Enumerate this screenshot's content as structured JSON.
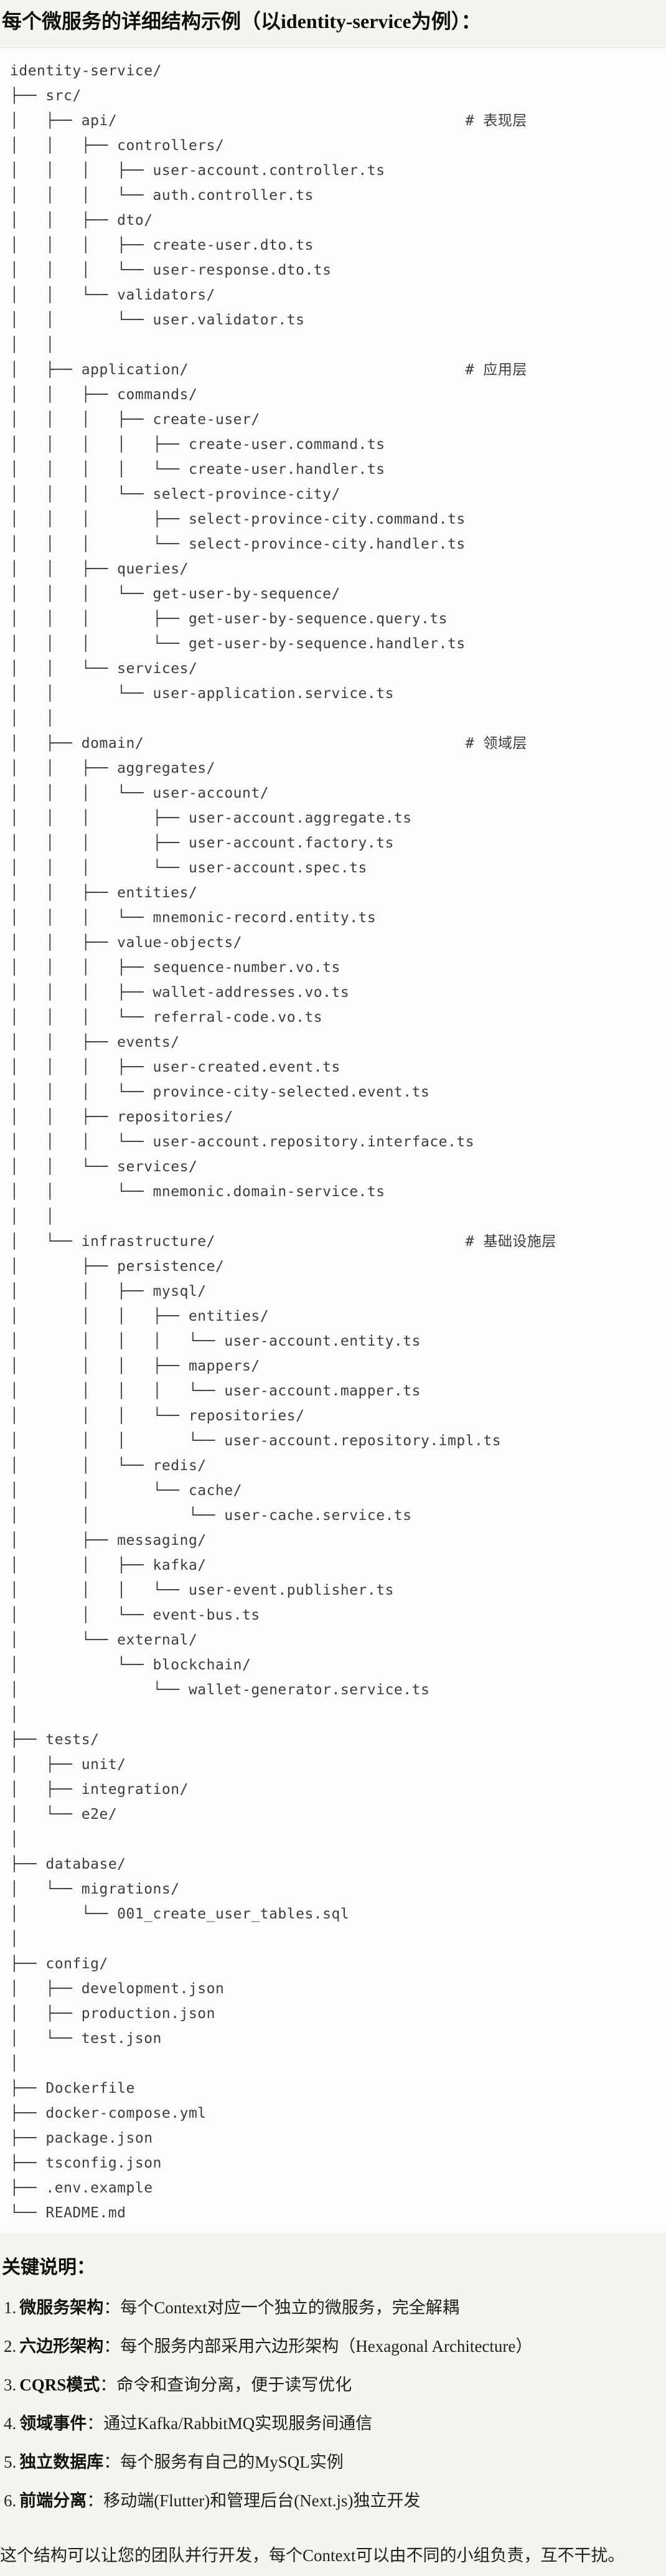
{
  "page": {
    "title": "每个微服务的详细结构示例（以identity-service为例）："
  },
  "tree": {
    "lines": [
      "identity-service/",
      "├── src/",
      "│   ├── api/                                       # 表现层",
      "│   │   ├── controllers/",
      "│   │   │   ├── user-account.controller.ts",
      "│   │   │   └── auth.controller.ts",
      "│   │   ├── dto/",
      "│   │   │   ├── create-user.dto.ts",
      "│   │   │   └── user-response.dto.ts",
      "│   │   └── validators/",
      "│   │       └── user.validator.ts",
      "│   │",
      "│   ├── application/                               # 应用层",
      "│   │   ├── commands/",
      "│   │   │   ├── create-user/",
      "│   │   │   │   ├── create-user.command.ts",
      "│   │   │   │   └── create-user.handler.ts",
      "│   │   │   └── select-province-city/",
      "│   │   │       ├── select-province-city.command.ts",
      "│   │   │       └── select-province-city.handler.ts",
      "│   │   ├── queries/",
      "│   │   │   └── get-user-by-sequence/",
      "│   │   │       ├── get-user-by-sequence.query.ts",
      "│   │   │       └── get-user-by-sequence.handler.ts",
      "│   │   └── services/",
      "│   │       └── user-application.service.ts",
      "│   │",
      "│   ├── domain/                                    # 领域层",
      "│   │   ├── aggregates/",
      "│   │   │   └── user-account/",
      "│   │   │       ├── user-account.aggregate.ts",
      "│   │   │       ├── user-account.factory.ts",
      "│   │   │       └── user-account.spec.ts",
      "│   │   ├── entities/",
      "│   │   │   └── mnemonic-record.entity.ts",
      "│   │   ├── value-objects/",
      "│   │   │   ├── sequence-number.vo.ts",
      "│   │   │   ├── wallet-addresses.vo.ts",
      "│   │   │   └── referral-code.vo.ts",
      "│   │   ├── events/",
      "│   │   │   ├── user-created.event.ts",
      "│   │   │   └── province-city-selected.event.ts",
      "│   │   ├── repositories/",
      "│   │   │   └── user-account.repository.interface.ts",
      "│   │   └── services/",
      "│   │       └── mnemonic.domain-service.ts",
      "│   │",
      "│   └── infrastructure/                            # 基础设施层",
      "│       ├── persistence/",
      "│       │   ├── mysql/",
      "│       │   │   ├── entities/",
      "│       │   │   │   └── user-account.entity.ts",
      "│       │   │   ├── mappers/",
      "│       │   │   │   └── user-account.mapper.ts",
      "│       │   │   └── repositories/",
      "│       │   │       └── user-account.repository.impl.ts",
      "│       │   └── redis/",
      "│       │       └── cache/",
      "│       │           └── user-cache.service.ts",
      "│       ├── messaging/",
      "│       │   ├── kafka/",
      "│       │   │   └── user-event.publisher.ts",
      "│       │   └── event-bus.ts",
      "│       └── external/",
      "│           └── blockchain/",
      "│               └── wallet-generator.service.ts",
      "│",
      "├── tests/",
      "│   ├── unit/",
      "│   ├── integration/",
      "│   └── e2e/",
      "│",
      "├── database/",
      "│   └── migrations/",
      "│       └── 001_create_user_tables.sql",
      "│",
      "├── config/",
      "│   ├── development.json",
      "│   ├── production.json",
      "│   └── test.json",
      "│",
      "├── Dockerfile",
      "├── docker-compose.yml",
      "├── package.json",
      "├── tsconfig.json",
      "├── .env.example",
      "└── README.md"
    ]
  },
  "notes": {
    "title": "关键说明：",
    "colon": "：",
    "items": [
      {
        "num": "1.",
        "term": "微服务架构",
        "text": "每个Context对应一个独立的微服务，完全解耦"
      },
      {
        "num": "2.",
        "term": "六边形架构",
        "text": "每个服务内部采用六边形架构（Hexagonal Architecture）"
      },
      {
        "num": "3.",
        "term": "CQRS模式",
        "text": "命令和查询分离，便于读写优化"
      },
      {
        "num": "4.",
        "term": "领域事件",
        "text": "通过Kafka/RabbitMQ实现服务间通信"
      },
      {
        "num": "5.",
        "term": "独立数据库",
        "text": "每个服务有自己的MySQL实例"
      },
      {
        "num": "6.",
        "term": "前端分离",
        "text": "移动端(Flutter)和管理后台(Next.js)独立开发"
      }
    ],
    "closing": "这个结构可以让您的团队并行开发，每个Context可以由不同的小组负责，互不干扰。"
  }
}
